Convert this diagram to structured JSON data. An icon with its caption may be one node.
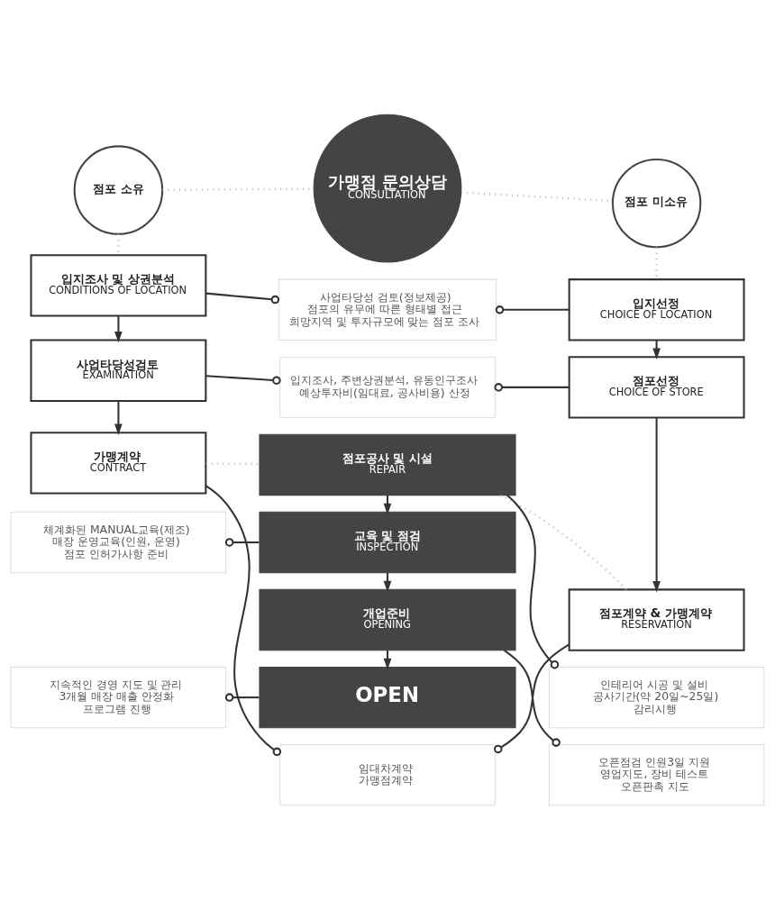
{
  "diagram": {
    "nodes": [
      {
        "text": [
          "점포 소유"
        ]
      },
      {
        "text": [
          "가맹점 문의상담",
          "CONSULTATION"
        ]
      },
      {
        "text": [
          "점포 미소유"
        ]
      },
      {
        "text": [
          "입지조사 및 상권분석",
          "CONDITIONS OF LOCATION"
        ]
      },
      {
        "text": [
          "사업타당성 검토(정보제공)",
          "점포의 유무에 따른 형태별 접근",
          "희망지역 및 투자규모에 맞는 점포 조사"
        ]
      },
      {
        "text": [
          "입지선정",
          "CHOICE OF LOCATION"
        ]
      },
      {
        "text": [
          "사업타당성검토",
          "EXAMINATION"
        ]
      },
      {
        "text": [
          "입지조사, 주변상권분석, 유동인구조사",
          "예상투자비(임대료, 공사비용) 산정"
        ]
      },
      {
        "text": [
          "점포선정",
          "CHOICE OF STORE"
        ]
      },
      {
        "text": [
          "가맹계약",
          "CONTRACT"
        ]
      },
      {
        "text": [
          "임대차계약",
          "가맹점계약"
        ]
      },
      {
        "text": [
          "점포계약 & 가맹계약",
          "RESERVATION"
        ]
      },
      {
        "text": [
          "점포공사 및 시설",
          "REPAIR"
        ]
      },
      {
        "text": [
          "인테리어 시공 및 설비",
          "공사기간(약 20일~25일)",
          "감리시행"
        ]
      },
      {
        "text": [
          "체계화된 MANUAL교육(제조)",
          "매장 운영교육(인원, 운영)",
          "점포 인허가사항 준비"
        ]
      },
      {
        "text": [
          "교육 및 점검",
          "INSPECTION"
        ]
      },
      {
        "text": [
          "개업준비",
          "OPENING"
        ]
      },
      {
        "text": [
          "오픈점검 인원3일 지원",
          "영업지도, 장비 테스트",
          "오픈판촉 지도"
        ]
      },
      {
        "text": [
          "지속적인 경영 지도 및 관리",
          "3개월 매장 매출 안정화",
          "프로그램 진행"
        ]
      },
      {
        "text": [
          "OPEN"
        ]
      }
    ],
    "edges": [
      {
        "from": 0,
        "to": 1,
        "arrow": "none",
        "style": "dashed",
        "color": "#bbbbbb"
      },
      {
        "from": 1,
        "to": 2,
        "arrow": "none",
        "style": "dashed",
        "color": "#bbbbbb"
      },
      {
        "from": 0,
        "to": 3,
        "arrow": "none",
        "style": "dashed",
        "color": "#bbbbbb"
      },
      {
        "from": 2,
        "to": 5,
        "arrow": "none",
        "style": "dashed",
        "color": "#bbbbbb"
      },
      {
        "from": 4,
        "to": 3,
        "arrow": "other"
      },
      {
        "from": 4,
        "to": 5,
        "arrow": "other"
      },
      {
        "from": 3,
        "to": 6,
        "arrow": "to"
      },
      {
        "from": 5,
        "to": 8,
        "arrow": "to"
      },
      {
        "from": 7,
        "to": 6,
        "arrow": "other"
      },
      {
        "from": 7,
        "to": 8,
        "arrow": "other"
      },
      {
        "from": 6,
        "to": 9,
        "arrow": "to"
      },
      {
        "from": 8,
        "to": 11,
        "arrow": "to"
      },
      {
        "from": 10,
        "to": 9,
        "arrow": "other"
      },
      {
        "from": 10,
        "to": 11,
        "arrow": "other"
      },
      {
        "from": 9,
        "to": 12,
        "arrow": "none",
        "style": "dashed",
        "color": "#bbbbbb"
      },
      {
        "from": 11,
        "to": 12,
        "arrow": "none",
        "style": "dashed",
        "color": "#bbbbbb"
      },
      {
        "from": 13,
        "to": 12,
        "arrow": "other"
      },
      {
        "from": 12,
        "to": 15,
        "arrow": "to"
      },
      {
        "from": 14,
        "to": 15,
        "arrow": "other"
      },
      {
        "from": 15,
        "to": 16,
        "arrow": "to"
      },
      {
        "from": 17,
        "to": 16,
        "arrow": "other"
      },
      {
        "from": 16,
        "to": 19,
        "arrow": "to"
      },
      {
        "from": 18,
        "to": 19,
        "arrow": "other"
      }
    ]
  }
}
